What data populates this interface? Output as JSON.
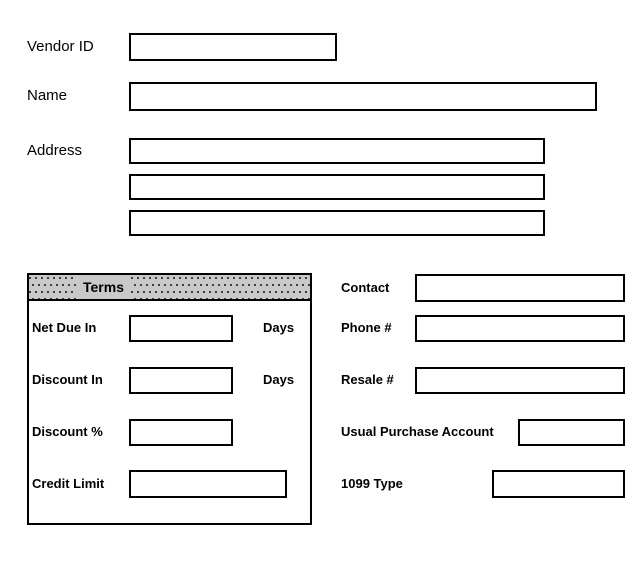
{
  "colors": {
    "background": "#ffffff",
    "box_border": "#000000",
    "terms_header_bg": "#c9c9c9",
    "terms_header_dots": "#1a1a1a",
    "text": "#000000"
  },
  "vendor_section": {
    "vendor_id_label": "Vendor ID",
    "name_label": "Name",
    "address_label": "Address"
  },
  "terms_section": {
    "title": "Terms",
    "net_due_in_label": "Net Due In",
    "net_due_days_label": "Days",
    "discount_in_label": "Discount In",
    "discount_days_label": "Days",
    "discount_pct_label": "Discount %",
    "credit_limit_label": "Credit Limit"
  },
  "contact_section": {
    "contact_label": "Contact",
    "phone_label": "Phone #",
    "resale_label": "Resale #",
    "usual_purchase_account_label": "Usual Purchase Account",
    "type_1099_label": "1099 Type"
  },
  "inputs": {
    "vendor_id": "",
    "name": "",
    "address_line1": "",
    "address_line2": "",
    "address_line3": "",
    "net_due_in": "",
    "discount_in": "",
    "discount_pct": "",
    "credit_limit": "",
    "contact": "",
    "phone": "",
    "resale": "",
    "usual_purchase_account": "",
    "type_1099": ""
  }
}
